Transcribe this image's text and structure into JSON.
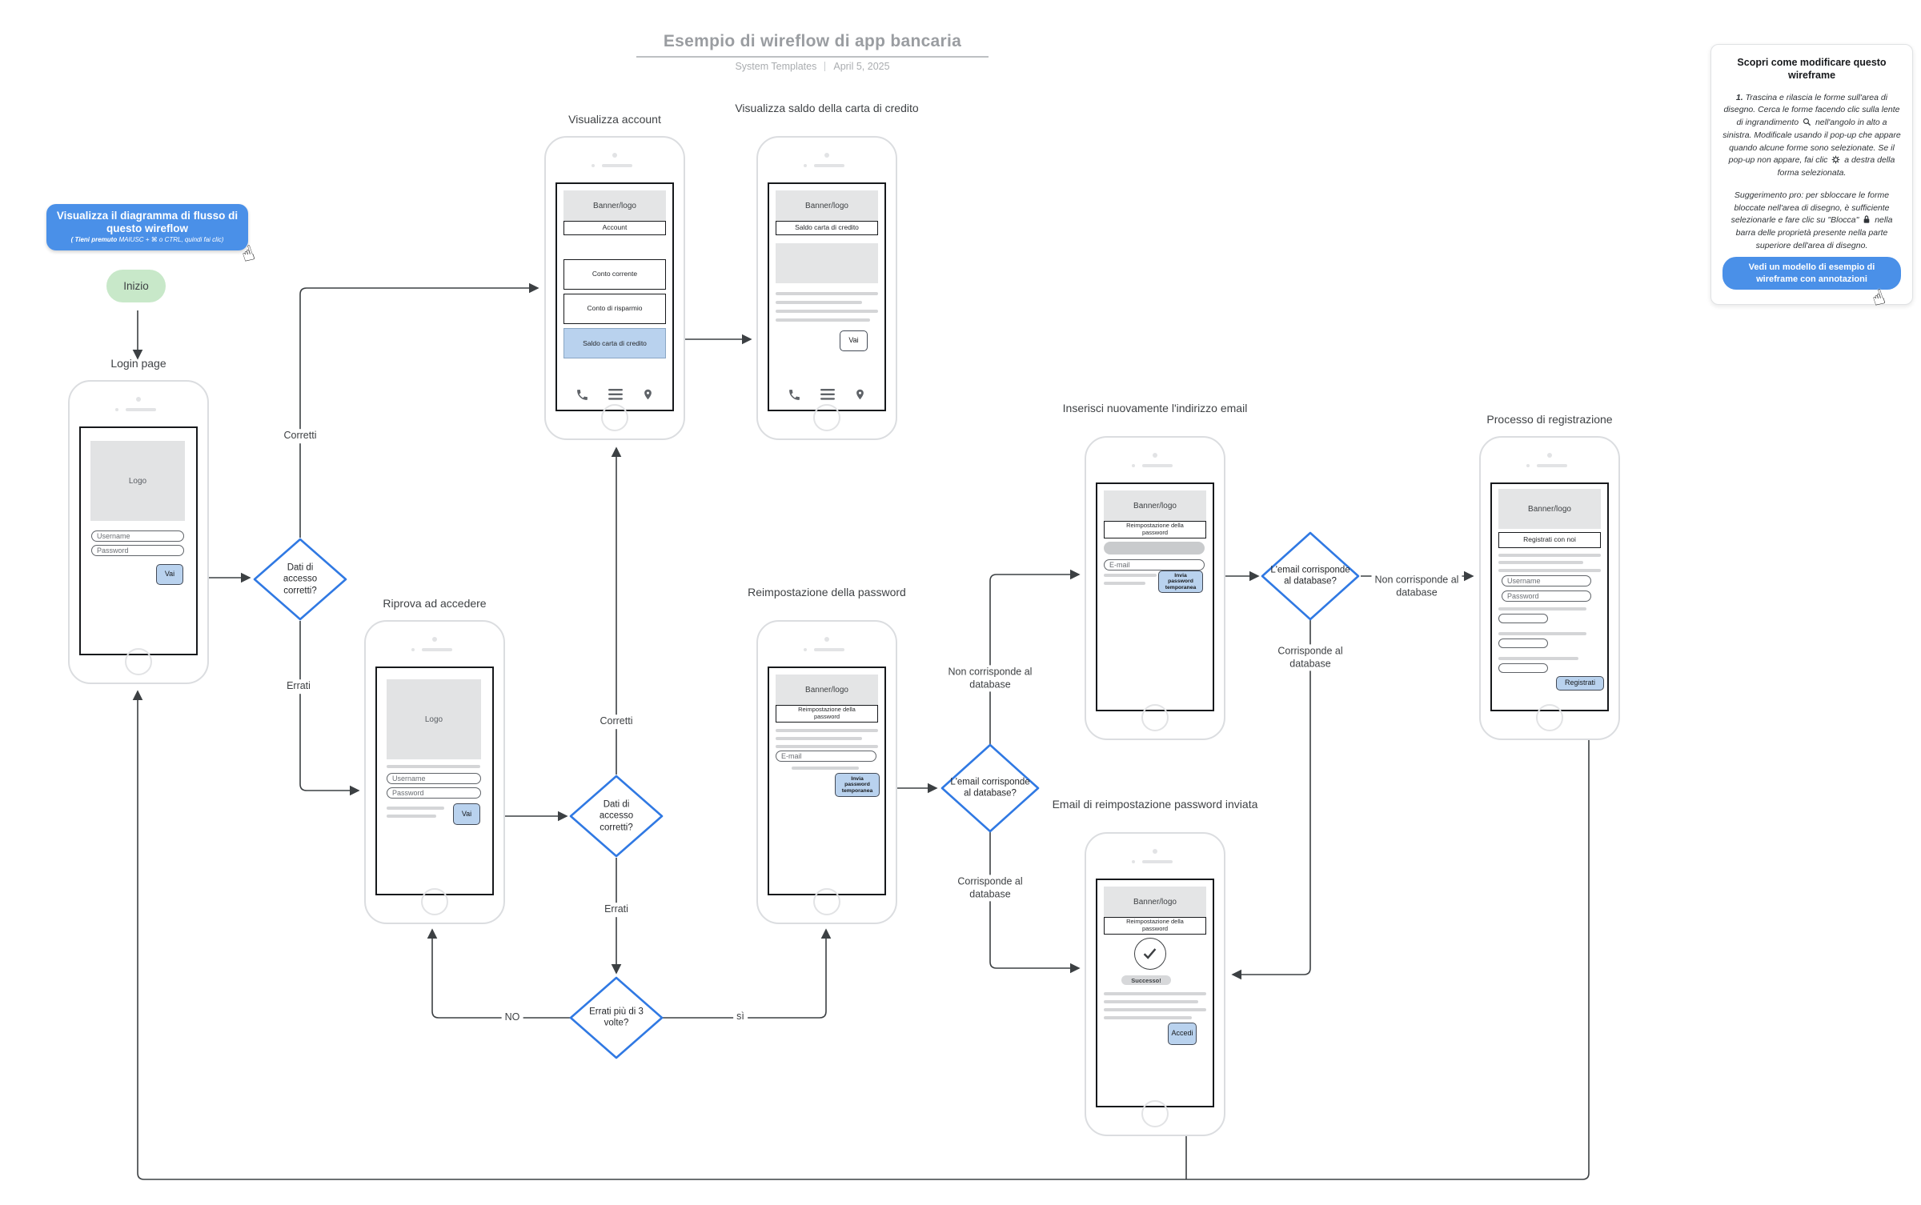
{
  "header": {
    "title": "Esempio di wireflow di app bancaria",
    "brand": "System Templates",
    "date": "April 5, 2025"
  },
  "callout": {
    "title": "Visualizza il diagramma di flusso di questo wireflow",
    "hint_bold": "( Tieni premuto",
    "hint_rest": " MAIUSC + ⌘ o CTRL, quindi fai clic)"
  },
  "start_label": "Inizio",
  "phones": {
    "login": {
      "title": "Login page",
      "logo": "Logo",
      "username": "Username",
      "password": "Password",
      "go": "Vai"
    },
    "retry": {
      "title": "Riprova ad accedere",
      "logo": "Logo",
      "username": "Username",
      "password": "Password",
      "go": "Vai"
    },
    "account": {
      "title": "Visualizza account",
      "banner": "Banner/logo",
      "heading": "Account",
      "item1": "Conto corrente",
      "item2": "Conto di risparmio",
      "item3": "Saldo carta di credito"
    },
    "card_balance": {
      "title": "Visualizza saldo della carta di credito",
      "banner": "Banner/logo",
      "heading": "Saldo carta di credito",
      "go": "Vai"
    },
    "pw_reset": {
      "title": "Reimpostazione della password",
      "banner": "Banner/logo",
      "heading": "Reimpostazione della password",
      "email": "E-mail",
      "send": "Invia password temporanea"
    },
    "reenter": {
      "title": "Inserisci nuovamente l'indirizzo email",
      "banner": "Banner/logo",
      "heading": "Reimpostazione della password",
      "email": "E-mail",
      "send": "Invia password temporanea"
    },
    "email_sent": {
      "title": "Email di reimpostazione password inviata",
      "banner": "Banner/logo",
      "heading": "Reimpostazione della password",
      "success": "Successo!",
      "login": "Accedi"
    },
    "registration": {
      "title": "Processo di registrazione",
      "banner": "Banner/logo",
      "heading": "Registrati con noi",
      "username": "Username",
      "password": "Password",
      "register": "Registrati"
    }
  },
  "decisions": {
    "d1": "Dati di accesso corretti?",
    "d2": "Dati di accesso corretti?",
    "d3": "Errati più di 3 volte?",
    "d4": "L'email corrisponde al database?",
    "d5": "L'email corrisponde al database?"
  },
  "edge_labels": {
    "e1": "Corretti",
    "e2": "Errati",
    "e3": "Corretti",
    "e4": "Errati",
    "e5": "NO",
    "e6": "sì",
    "e7": "Non corrisponde al database",
    "e8": "Corrisponde al database",
    "e9": "Non corrisponde al database",
    "e10": "Corrisponde al database"
  },
  "panel": {
    "title": "Scopri come modificare questo wireframe",
    "step": "1.",
    "tip1_a": "Trascina e rilascia le forme sull'area di disegno. Cerca le forme facendo clic sulla lente di ingrandimento",
    "tip1_b": "nell'angolo in alto a sinistra. Modificale usando il pop-up che appare quando alcune forme sono selezionate. Se il pop-up non appare, fai clic",
    "tip1_c": "a destra della forma selezionata.",
    "tip2_a": "Suggerimento pro: per sbloccare le forme bloccate nell'area di disegno, è sufficiente selezionarle e fare clic su \"Blocca\"",
    "tip2_b": "nella barra delle proprietà presente nella parte superiore dell'area di disegno.",
    "button": "Vedi un modello di esempio di wireframe con annotazioni"
  },
  "colors": {
    "accent_blue": "#4a90e8",
    "diamond_blue": "#3079e3",
    "light_blue": "#b9d2ee",
    "start_green": "#c8e8c9",
    "wire": "#3c4043"
  }
}
